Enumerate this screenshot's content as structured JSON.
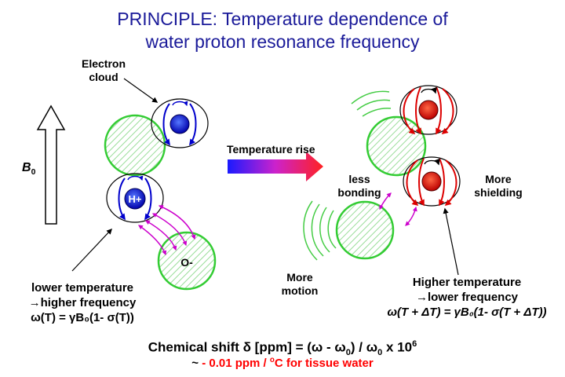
{
  "title": {
    "line1": "PRINCIPLE: Temperature dependence of",
    "line2": "water proton resonance frequency"
  },
  "labels": {
    "electron_cloud_1": "Electron",
    "electron_cloud_2": "cloud",
    "b0": "B",
    "b0_sub": "0",
    "hplus": "H+",
    "ominus": "O-",
    "temperature_rise": "Temperature rise",
    "less_bonding_1": "less",
    "less_bonding_2": "bonding",
    "more_shielding_1": "More",
    "more_shielding_2": "shielding",
    "more_motion_1": "More",
    "more_motion_2": "motion"
  },
  "left_caption": {
    "line1": "lower temperature",
    "line2": "→higher frequency",
    "formula": "ω(T) = γB₀(1- σ(T))"
  },
  "right_caption": {
    "line1": "Higher temperature",
    "line2": "→lower frequency",
    "formula": "ω(T + ΔT) = γB₀(1- σ(T + ΔT))"
  },
  "bottom": {
    "shift_a": "Chemical shift δ [ppm] = (ω - ω",
    "shift_sub1": "0",
    "shift_b": ") / ω",
    "shift_sub2": "0",
    "shift_c": " x 10",
    "shift_sup": "6",
    "coeff_prefix": "~ ",
    "coeff_red": "- 0.01 ppm / ",
    "coeff_sup": "o",
    "coeff_unit": "C for tissue water"
  },
  "colors": {
    "title": "#1a1a99",
    "oxygen_outline": "#33cc33",
    "blue_cloud": "#0000cc",
    "red_cloud": "#dd0000",
    "hbond": "#cc00cc",
    "highlight": "#ff0000"
  }
}
